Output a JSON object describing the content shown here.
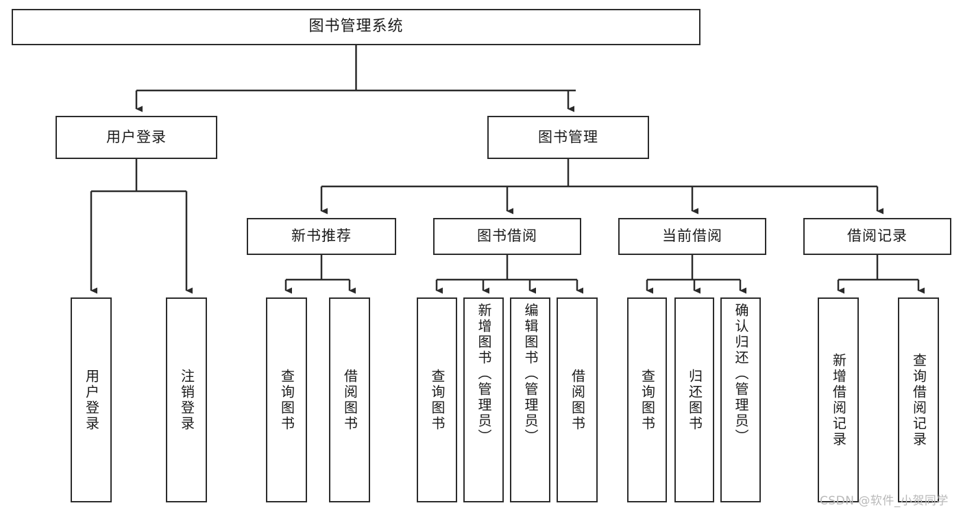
{
  "diagram": {
    "title": "图书管理系统",
    "type": "tree",
    "watermark": "CSDN @软件_小贺同学",
    "colors": {
      "node_border": "#2b2b2b",
      "node_fill": "#ffffff",
      "edge": "#2b2b2b",
      "text": "#1a1a1a",
      "watermark": "#b9b9b9"
    },
    "levels": {
      "root": {
        "label": "图书管理系统"
      },
      "level2": [
        {
          "label": "用户登录"
        },
        {
          "label": "图书管理"
        }
      ],
      "level3": [
        {
          "label": "新书推荐"
        },
        {
          "label": "图书借阅"
        },
        {
          "label": "当前借阅"
        },
        {
          "label": "借阅记录"
        }
      ],
      "leaves": {
        "user_login": [
          {
            "label": "用户登录"
          },
          {
            "label": "注销登录"
          }
        ],
        "new_book_recommend": [
          {
            "label": "查询图书"
          },
          {
            "label": "借阅图书"
          }
        ],
        "book_borrow": [
          {
            "label": "查询图书"
          },
          {
            "label": "新增图书（管理员）"
          },
          {
            "label": "编辑图书（管理员）"
          },
          {
            "label": "借阅图书"
          }
        ],
        "current_borrow": [
          {
            "label": "查询图书"
          },
          {
            "label": "归还图书"
          },
          {
            "label": "确认归还（管理员）"
          }
        ],
        "borrow_record": [
          {
            "label": "新增借阅记录"
          },
          {
            "label": "查询借阅记录"
          }
        ]
      }
    }
  }
}
